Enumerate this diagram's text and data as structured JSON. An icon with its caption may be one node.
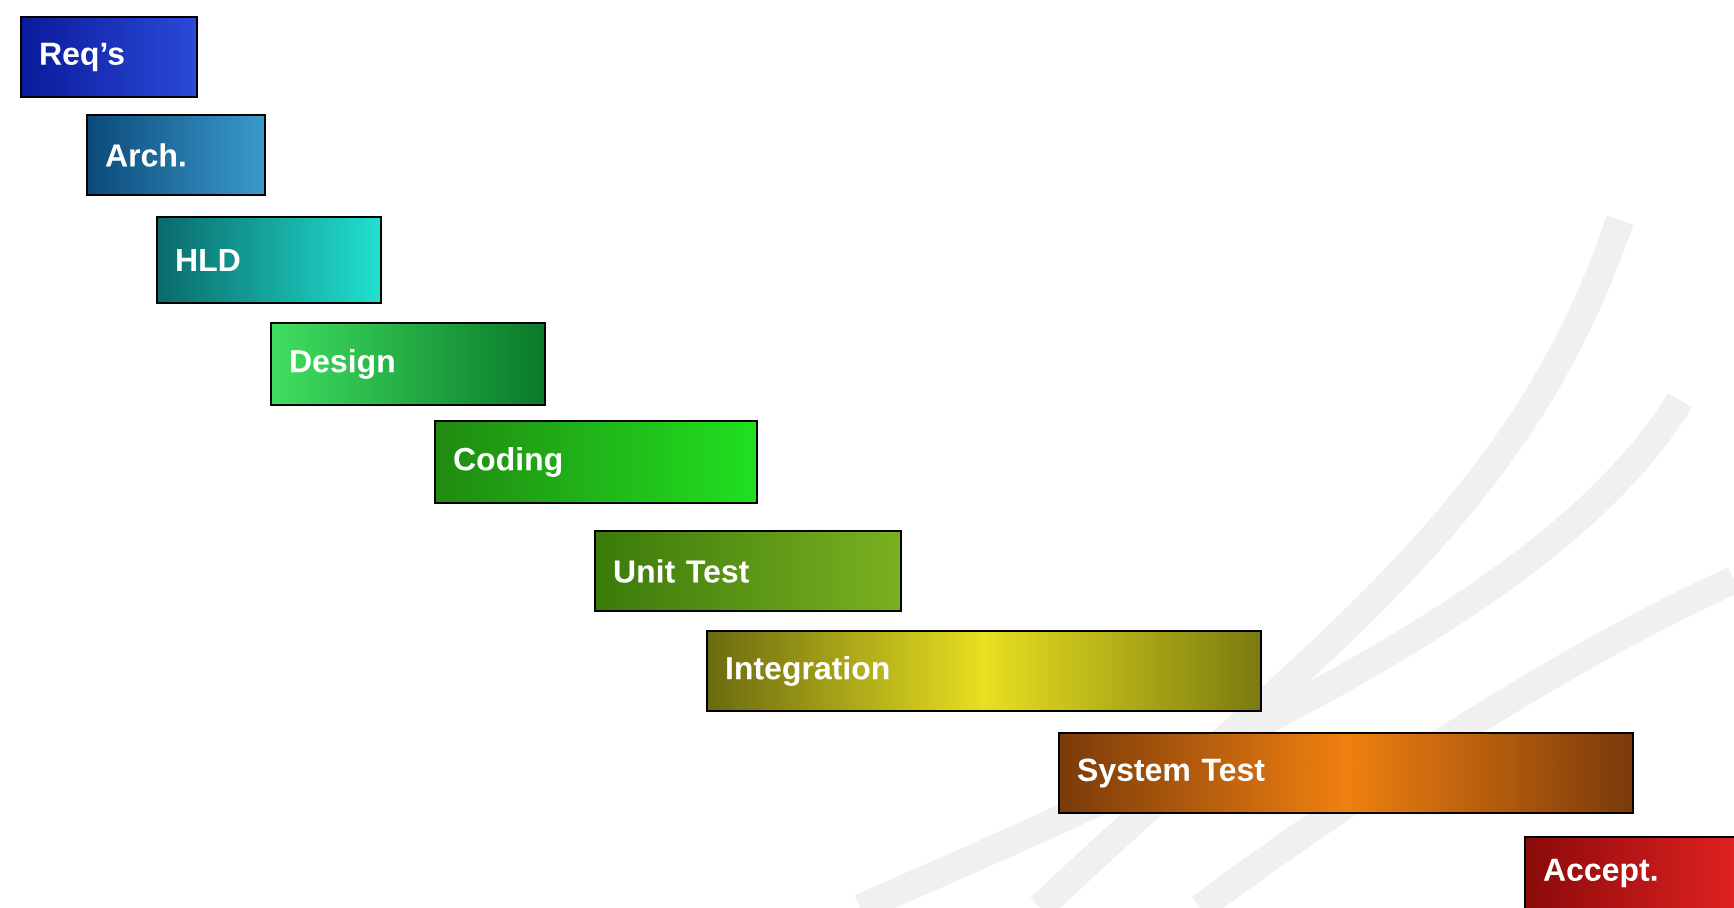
{
  "diagram": {
    "nodes": [
      {
        "text": [
          "Req’s"
        ]
      },
      {
        "text": [
          "Arch."
        ]
      },
      {
        "text": [
          "HLD"
        ]
      },
      {
        "text": [
          "Design"
        ]
      },
      {
        "text": [
          "Coding"
        ]
      },
      {
        "text": [
          "Unit Test"
        ]
      },
      {
        "text": [
          "Integration"
        ]
      },
      {
        "text": [
          "System Test"
        ]
      },
      {
        "text": [
          "Accept."
        ]
      }
    ]
  }
}
